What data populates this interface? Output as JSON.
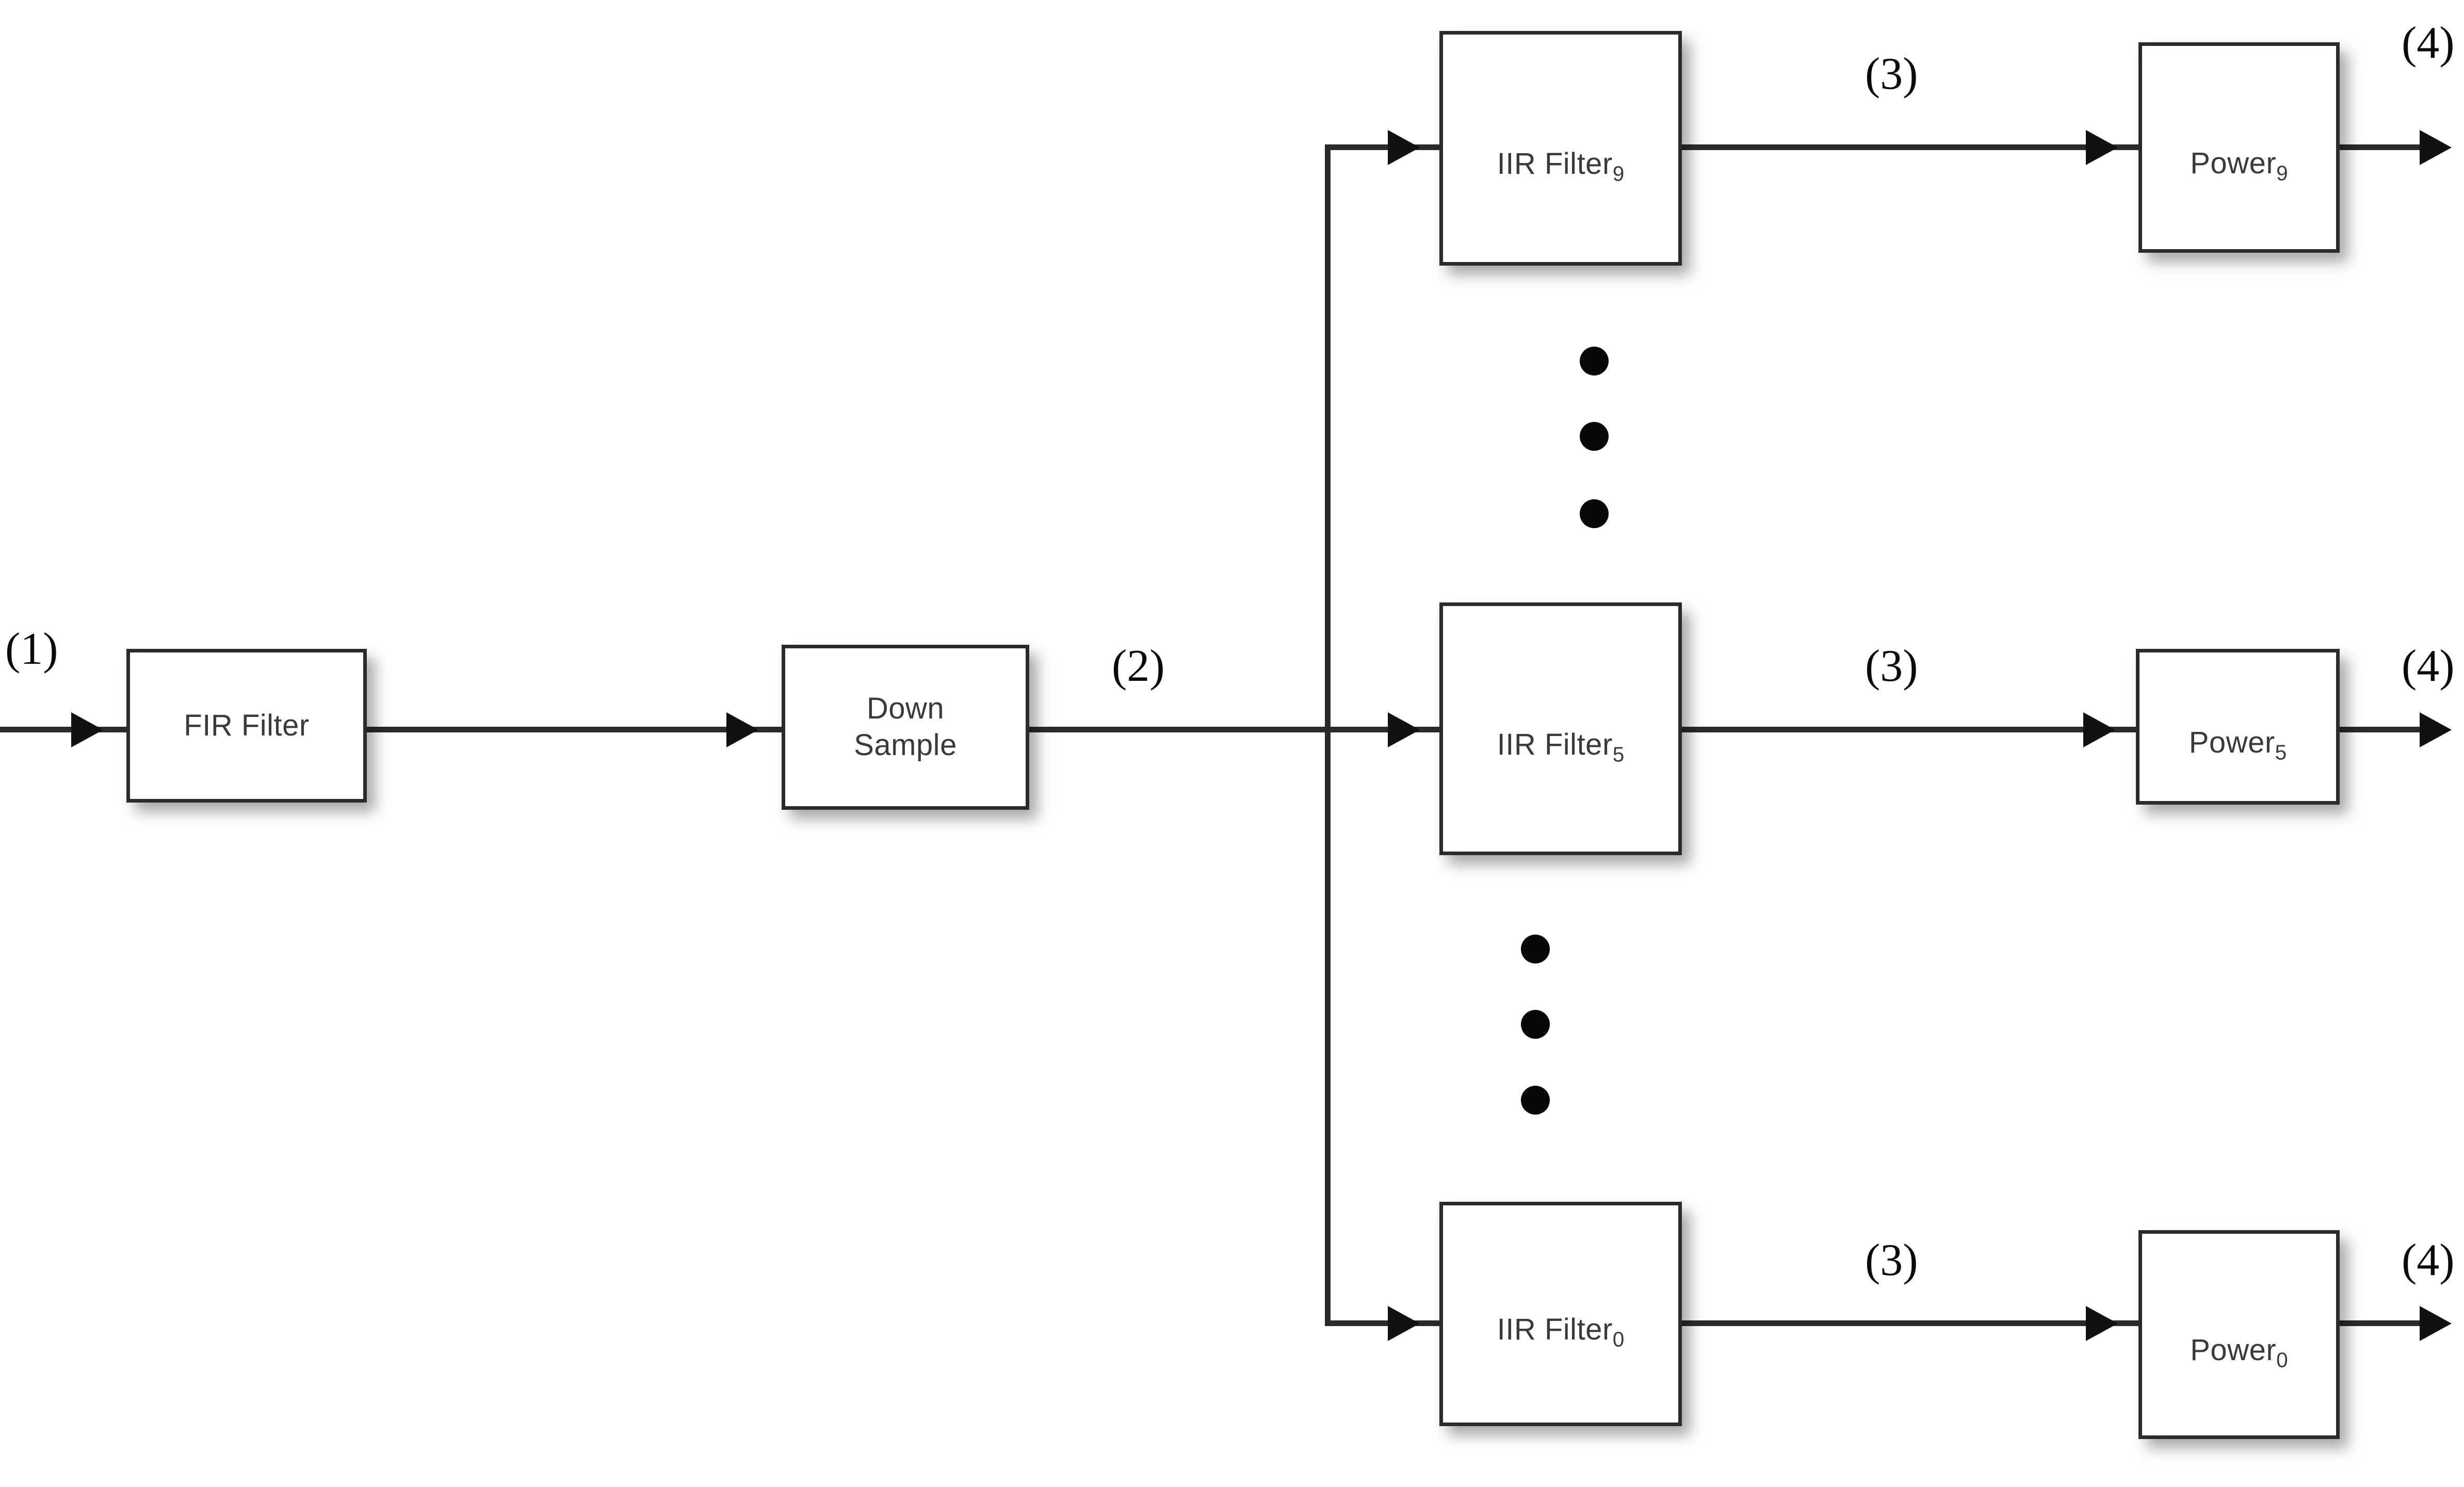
{
  "diagram": {
    "title": "Multi-band filter bank signal processing chain",
    "type": "block-diagram",
    "background_color": "#ffffff",
    "line_color": "#2b2b2b",
    "text_color": "#3a3a3a",
    "dot_color": "#080808"
  },
  "blocks": {
    "fir_filter": {
      "label": "FIR Filter",
      "base": "FIR Filter",
      "subscript": ""
    },
    "down_sample": {
      "label": "Down\nSample",
      "base": "Down Sample",
      "subscript": ""
    },
    "iir_filter_9": {
      "base": "IIR Filter",
      "subscript": "9",
      "label": "IIR Filter9"
    },
    "iir_filter_5": {
      "base": "IIR Filter",
      "subscript": "5",
      "label": "IIR Filter5"
    },
    "iir_filter_0": {
      "base": "IIR Filter",
      "subscript": "0",
      "label": "IIR Filter0"
    },
    "power_9": {
      "base": "Power",
      "subscript": "9",
      "label": "Power9"
    },
    "power_5": {
      "base": "Power",
      "subscript": "5",
      "label": "Power5"
    },
    "power_0": {
      "base": "Power",
      "subscript": "0",
      "label": "Power0"
    }
  },
  "taps": {
    "input": "(1)",
    "downsampled": "(2)",
    "filtered_top": "(3)",
    "filtered_mid": "(3)",
    "filtered_bottom": "(3)",
    "power_top": "(4)",
    "power_mid": "(4)",
    "power_bottom": "(4)"
  },
  "ellipsis": {
    "upper_label": "vertical-ellipsis",
    "lower_label": "vertical-ellipsis",
    "dot_count": 3
  }
}
